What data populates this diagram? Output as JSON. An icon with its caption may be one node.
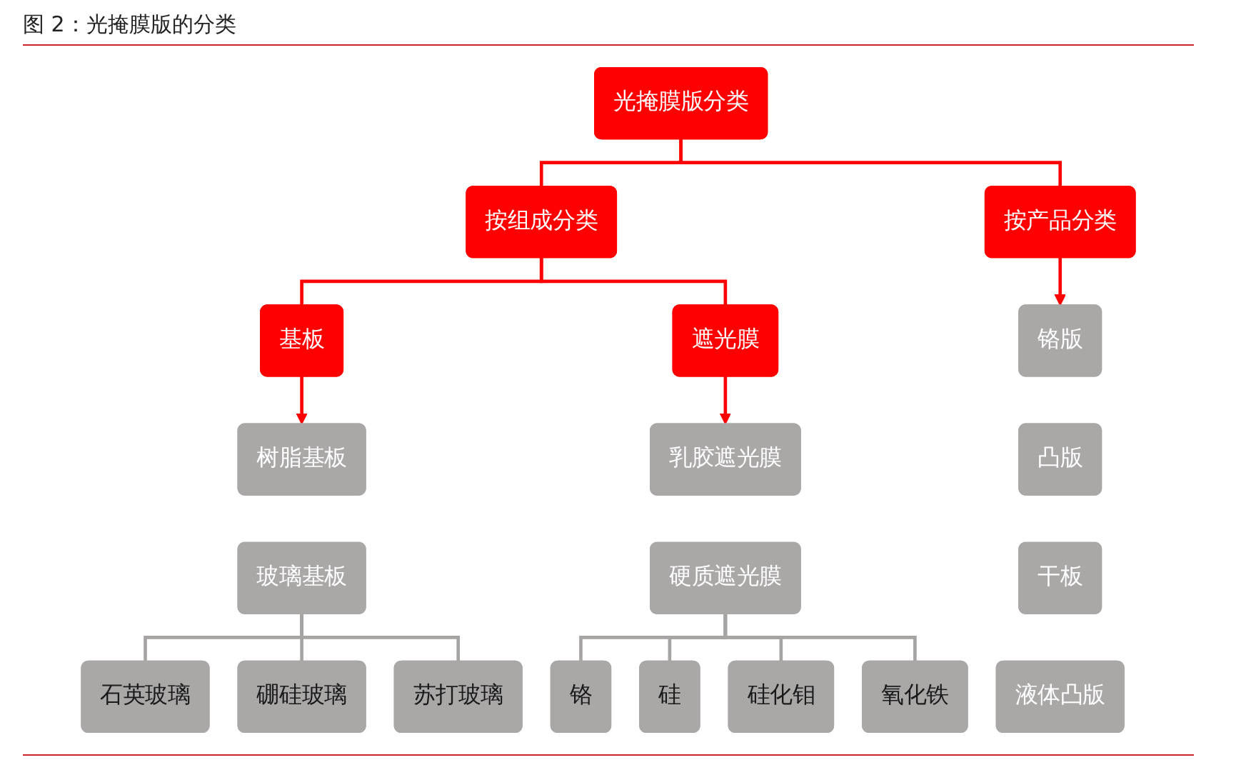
{
  "diagram": {
    "title": "图 2：光掩膜版的分类",
    "nodes": [
      {
        "text": [
          "光掩膜版分类"
        ]
      },
      {
        "text": [
          "按组成分类"
        ]
      },
      {
        "text": [
          "按产品分类"
        ]
      },
      {
        "text": [
          "基板"
        ]
      },
      {
        "text": [
          "遮光膜"
        ]
      },
      {
        "text": [
          "树脂基板"
        ]
      },
      {
        "text": [
          "玻璃基板"
        ]
      },
      {
        "text": [
          "石英玻璃"
        ]
      },
      {
        "text": [
          "硼硅玻璃"
        ]
      },
      {
        "text": [
          "苏打玻璃"
        ]
      },
      {
        "text": [
          "乳胶遮光膜"
        ]
      },
      {
        "text": [
          "硬质遮光膜"
        ]
      },
      {
        "text": [
          "铬"
        ]
      },
      {
        "text": [
          "硅"
        ]
      },
      {
        "text": [
          "硅化钼"
        ]
      },
      {
        "text": [
          "氧化铁"
        ]
      },
      {
        "text": [
          "铬版"
        ]
      },
      {
        "text": [
          "凸版"
        ]
      },
      {
        "text": [
          "干板"
        ]
      },
      {
        "text": [
          "液体凸版"
        ]
      }
    ],
    "edges": [
      {
        "from": 0,
        "to": 1,
        "arrow": "none",
        "color": "#ff0000"
      },
      {
        "from": 0,
        "to": 2,
        "arrow": "none",
        "color": "#ff0000"
      },
      {
        "from": 1,
        "to": 3,
        "arrow": "none",
        "color": "#ff0000"
      },
      {
        "from": 1,
        "to": 4,
        "arrow": "none",
        "color": "#ff0000"
      },
      {
        "from": 3,
        "to": 5,
        "arrow": "to",
        "color": "#ff0000"
      },
      {
        "from": 4,
        "to": 10,
        "arrow": "to",
        "color": "#ff0000"
      },
      {
        "from": 2,
        "to": 16,
        "arrow": "to",
        "color": "#ff0000"
      },
      {
        "from": 6,
        "to": 7,
        "arrow": "none",
        "color": "#a6a3a3"
      },
      {
        "from": 6,
        "to": 8,
        "arrow": "none",
        "color": "#a6a3a3"
      },
      {
        "from": 6,
        "to": 9,
        "arrow": "none",
        "color": "#a6a3a3"
      },
      {
        "from": 11,
        "to": 12,
        "arrow": "none",
        "color": "#a6a3a3"
      },
      {
        "from": 11,
        "to": 13,
        "arrow": "none",
        "color": "#a6a3a3"
      },
      {
        "from": 11,
        "to": 14,
        "arrow": "none",
        "color": "#a6a3a3"
      },
      {
        "from": 11,
        "to": 15,
        "arrow": "none",
        "color": "#a6a3a3"
      }
    ]
  }
}
